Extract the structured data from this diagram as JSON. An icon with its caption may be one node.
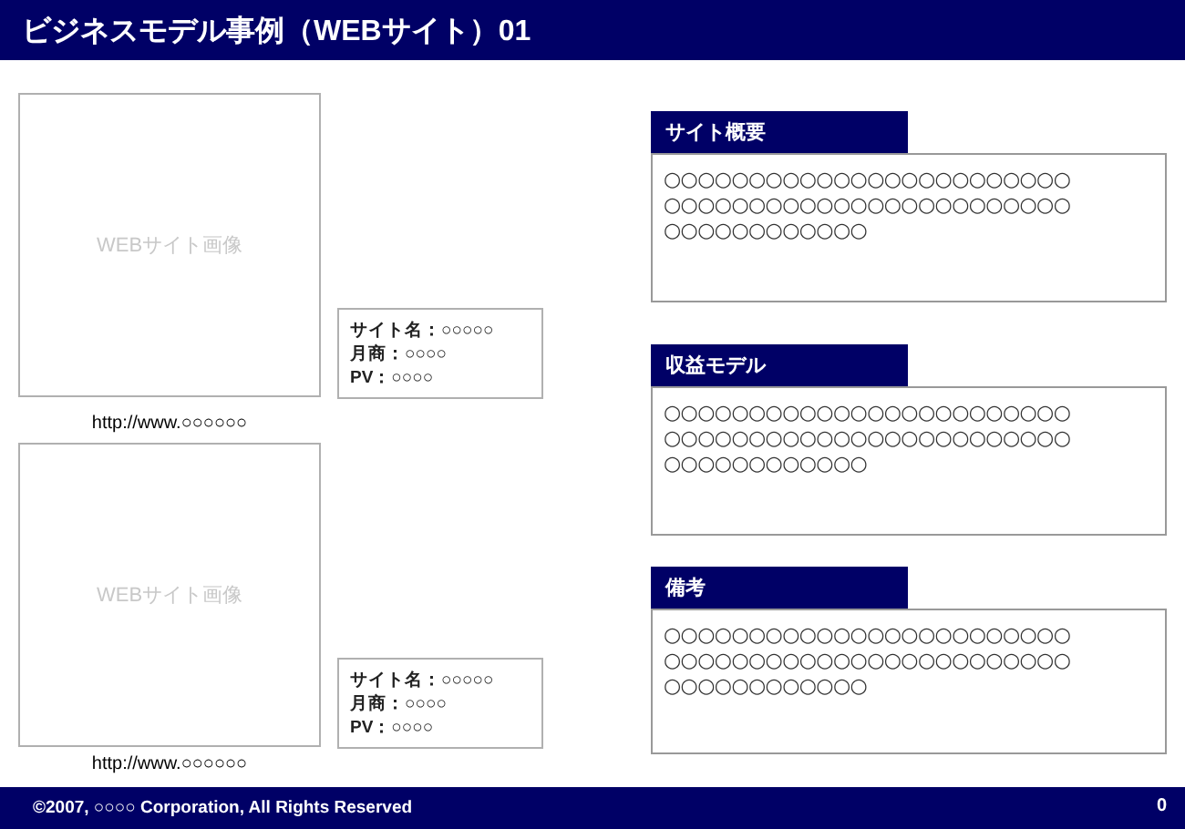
{
  "diagram": {
    "title": "ビジネスモデル事例（WEBサイト）01",
    "nodes": [
      {
        "text": [
          "WEBサイト画像"
        ],
        "beside": [
          "http://www.○○○○○○"
        ]
      },
      {
        "text": [
          "サイト名：○○○○○",
          "月商：○○○○",
          "PV：○○○○"
        ]
      },
      {
        "text": [
          "WEBサイト画像"
        ],
        "beside": [
          "http://www.○○○○○○"
        ]
      },
      {
        "text": [
          "サイト名：○○○○○",
          "月商：○○○○",
          "PV：○○○○"
        ]
      },
      {
        "text": [
          "サイト概要",
          "○○○○○○○○○○○○○○○○○○○○○○○○ ○○○○○○○○○○○○○○○○○○○○○○○○ ○○○○○○○○○○○○"
        ]
      },
      {
        "text": [
          "収益モデル",
          "○○○○○○○○○○○○○○○○○○○○○○○○ ○○○○○○○○○○○○○○○○○○○○○○○○ ○○○○○○○○○○○○"
        ]
      },
      {
        "text": [
          "備考",
          "○○○○○○○○○○○○○○○○○○○○○○○○ ○○○○○○○○○○○○○○○○○○○○○○○○ ○○○○○○○○○○○○"
        ]
      }
    ],
    "labels": [
      "©2007, ○○○○ Corporation, All Rights Reserved",
      "0"
    ]
  }
}
